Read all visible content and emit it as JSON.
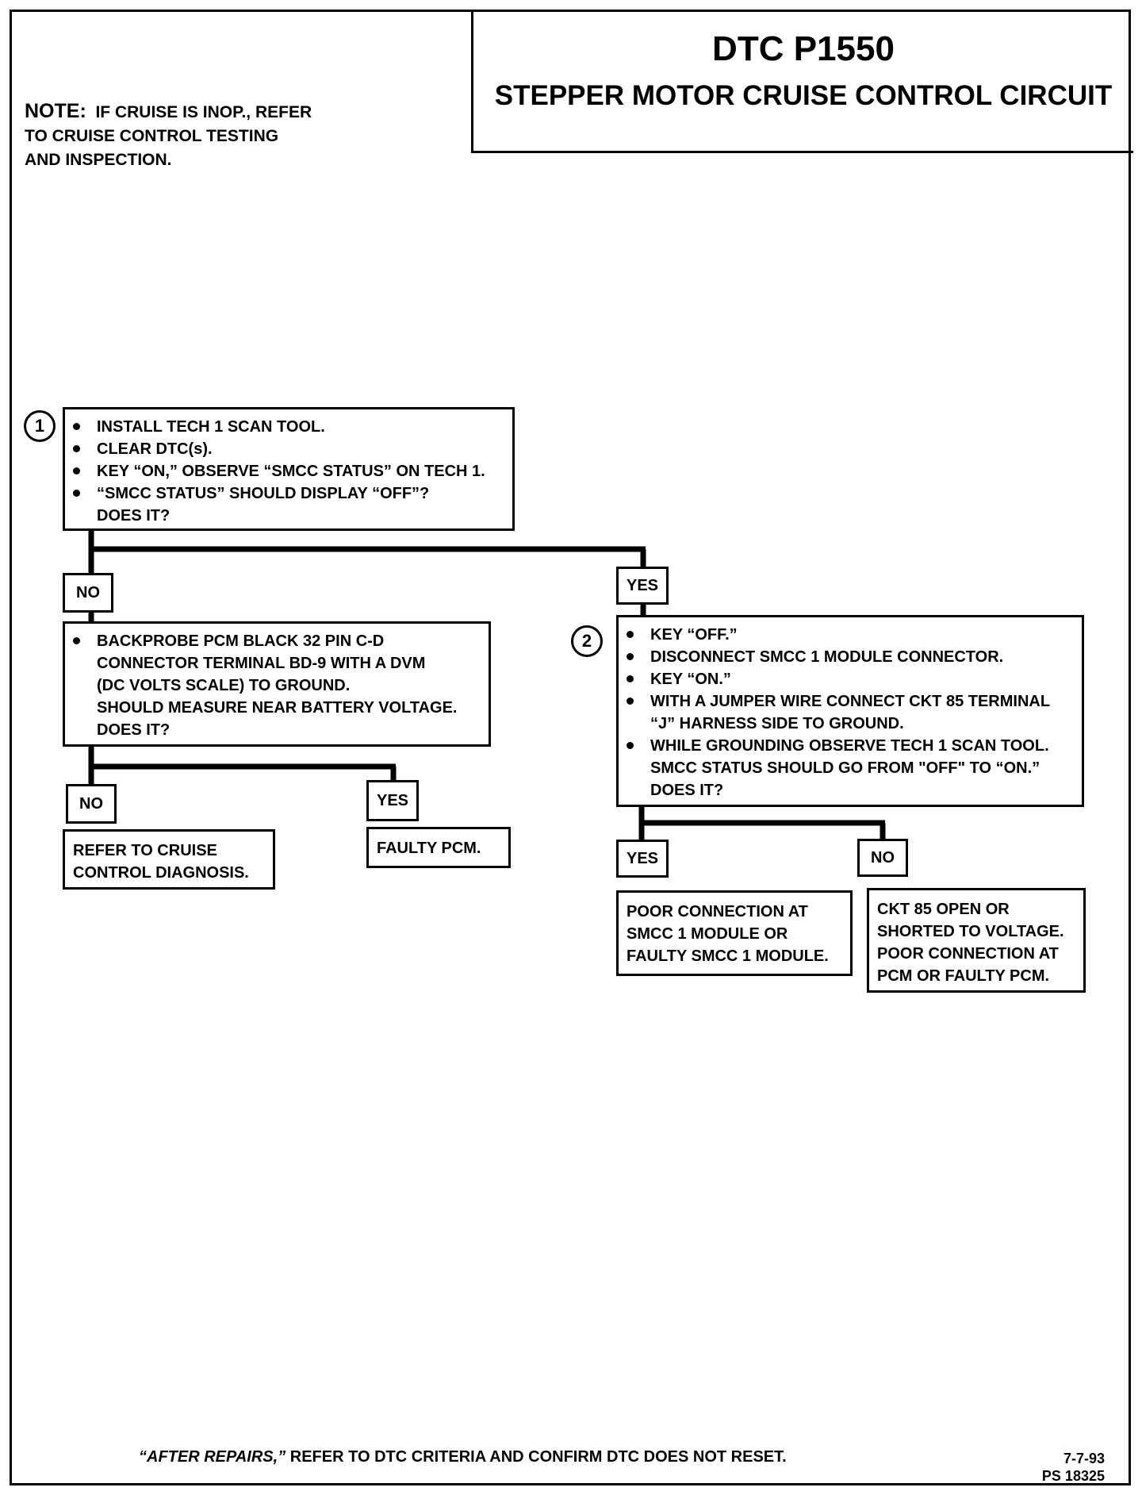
{
  "header": {
    "title": "DTC P1550",
    "subtitle": "STEPPER MOTOR CRUISE CONTROL CIRCUIT"
  },
  "note": {
    "label": "NOTE:",
    "line1": "IF CRUISE IS INOP., REFER",
    "line2": "TO CRUISE CONTROL TESTING",
    "line3": "AND INSPECTION."
  },
  "step1": {
    "number": "1",
    "items": [
      "INSTALL TECH 1 SCAN TOOL.",
      "CLEAR DTC(s).",
      "KEY “ON,” OBSERVE “SMCC STATUS” ON TECH 1.",
      "“SMCC STATUS” SHOULD DISPLAY “OFF”?"
    ],
    "question": "DOES IT?"
  },
  "branch1": {
    "no": "NO",
    "yes": "YES"
  },
  "backprobe": {
    "item_lines": [
      "BACKPROBE PCM BLACK 32 PIN C-D",
      "CONNECTOR TERMINAL BD-9 WITH A DVM",
      "(DC VOLTS SCALE) TO GROUND.",
      "SHOULD MEASURE NEAR BATTERY VOLTAGE.",
      "DOES IT?"
    ]
  },
  "branch_backprobe": {
    "no": "NO",
    "yes": "YES"
  },
  "result_refer": {
    "line1": "REFER TO  CRUISE",
    "line2": "CONTROL DIAGNOSIS."
  },
  "result_faulty_pcm": {
    "text": "FAULTY PCM."
  },
  "step2": {
    "number": "2",
    "items": [
      "KEY “OFF.”",
      "DISCONNECT SMCC 1 MODULE CONNECTOR.",
      "KEY “ON.”",
      "WITH A JUMPER WIRE CONNECT CKT 85 TERMINAL",
      "WHILE GROUNDING OBSERVE TECH 1 SCAN TOOL."
    ],
    "item4_cont": "“J” HARNESS SIDE TO GROUND.",
    "item5_cont": "SMCC STATUS SHOULD GO FROM \"OFF\" TO “ON.”",
    "question": "DOES IT?"
  },
  "branch2": {
    "yes": "YES",
    "no": "NO"
  },
  "result_poor_smcc": {
    "line1": "POOR CONNECTION AT",
    "line2": "SMCC 1 MODULE  OR",
    "line3": "FAULTY SMCC 1 MODULE."
  },
  "result_ckt85": {
    "line1": "CKT 85 OPEN OR",
    "line2": "SHORTED TO VOLTAGE.",
    "line3": "POOR CONNECTION AT",
    "line4": "PCM OR FAULTY PCM."
  },
  "footer": {
    "after_repairs": "“AFTER REPAIRS,”",
    "rest": " REFER TO DTC CRITERIA  AND CONFIRM DTC DOES NOT RESET."
  },
  "doc_code": {
    "date": "7-7-93",
    "ps": "PS 18325"
  }
}
